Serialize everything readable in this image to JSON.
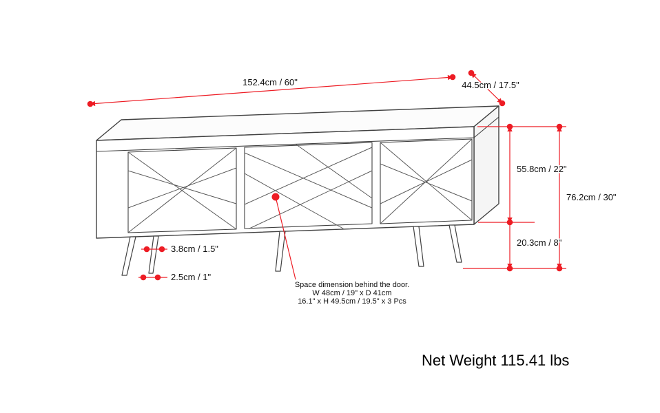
{
  "colors": {
    "dimension_red": "#ed1c24",
    "line_art": "#414141",
    "text": "#111111"
  },
  "dimensions": {
    "width": "152.4cm / 60\"",
    "depth": "44.5cm / 17.5\"",
    "body_height": "55.8cm / 22\"",
    "overall_height": "76.2cm / 30\"",
    "leg_height": "20.3cm / 8\"",
    "leg_thickness": "3.8cm / 1.5\"",
    "leg_foot": "2.5cm / 1\""
  },
  "door_note": {
    "line1": "Space dimension behind the door.",
    "line2": "W 48cm / 19\" x D 41cm",
    "line3": "16.1\" x H 49.5cm / 19.5\" x 3 Pcs"
  },
  "net_weight": "Net Weight 115.41 lbs"
}
